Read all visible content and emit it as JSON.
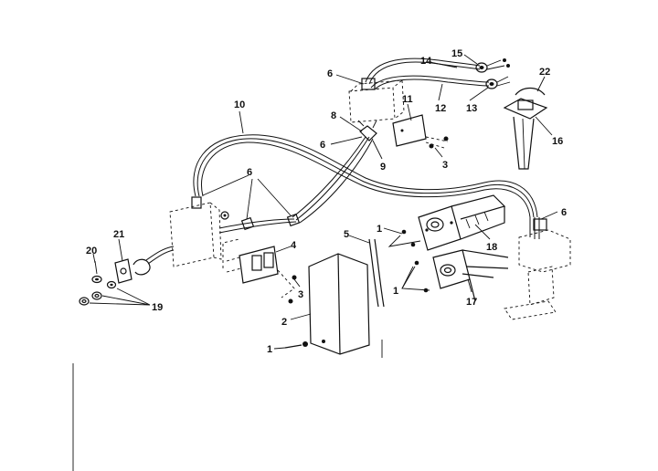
{
  "callouts": {
    "n1": "1",
    "n2": "2",
    "n3": "3",
    "n4": "4",
    "n5": "5",
    "n6": "6",
    "n8": "8",
    "n9": "9",
    "n10": "10",
    "n11": "11",
    "n12": "12",
    "n13": "13",
    "n14": "14",
    "n15": "15",
    "n16": "16",
    "n17": "17",
    "n18": "18",
    "n19": "19",
    "n20": "20",
    "n21": "21",
    "n22": "22"
  },
  "colors": {
    "ink": "#111111",
    "paper": "#ffffff"
  }
}
